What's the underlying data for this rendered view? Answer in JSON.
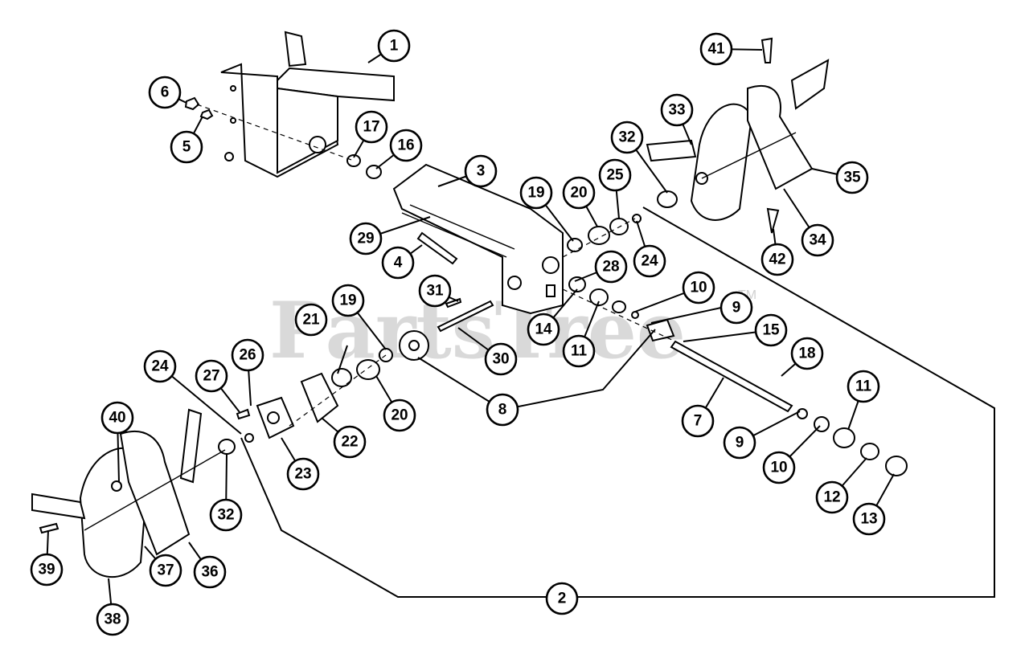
{
  "watermark": {
    "brand": "PartsTree",
    "trademark": "TM"
  },
  "callouts": [
    {
      "id": "c1",
      "label": "1"
    },
    {
      "id": "c2",
      "label": "2"
    },
    {
      "id": "c3",
      "label": "3"
    },
    {
      "id": "c4",
      "label": "4"
    },
    {
      "id": "c5",
      "label": "5"
    },
    {
      "id": "c6",
      "label": "6"
    },
    {
      "id": "c7",
      "label": "7"
    },
    {
      "id": "c8",
      "label": "8"
    },
    {
      "id": "c9a",
      "label": "9"
    },
    {
      "id": "c9b",
      "label": "9"
    },
    {
      "id": "c10a",
      "label": "10"
    },
    {
      "id": "c10b",
      "label": "10"
    },
    {
      "id": "c11a",
      "label": "11"
    },
    {
      "id": "c11b",
      "label": "11"
    },
    {
      "id": "c12",
      "label": "12"
    },
    {
      "id": "c13",
      "label": "13"
    },
    {
      "id": "c14",
      "label": "14"
    },
    {
      "id": "c15",
      "label": "15"
    },
    {
      "id": "c16",
      "label": "16"
    },
    {
      "id": "c17",
      "label": "17"
    },
    {
      "id": "c18",
      "label": "18"
    },
    {
      "id": "c19a",
      "label": "19"
    },
    {
      "id": "c19b",
      "label": "19"
    },
    {
      "id": "c20a",
      "label": "20"
    },
    {
      "id": "c20b",
      "label": "20"
    },
    {
      "id": "c21",
      "label": "21"
    },
    {
      "id": "c22",
      "label": "22"
    },
    {
      "id": "c23",
      "label": "23"
    },
    {
      "id": "c24a",
      "label": "24"
    },
    {
      "id": "c24b",
      "label": "24"
    },
    {
      "id": "c25",
      "label": "25"
    },
    {
      "id": "c26",
      "label": "26"
    },
    {
      "id": "c27",
      "label": "27"
    },
    {
      "id": "c28",
      "label": "28"
    },
    {
      "id": "c29",
      "label": "29"
    },
    {
      "id": "c30",
      "label": "30"
    },
    {
      "id": "c31",
      "label": "31"
    },
    {
      "id": "c32a",
      "label": "32"
    },
    {
      "id": "c32b",
      "label": "32"
    },
    {
      "id": "c33",
      "label": "33"
    },
    {
      "id": "c34",
      "label": "34"
    },
    {
      "id": "c35",
      "label": "35"
    },
    {
      "id": "c36",
      "label": "36"
    },
    {
      "id": "c37",
      "label": "37"
    },
    {
      "id": "c38",
      "label": "38"
    },
    {
      "id": "c39",
      "label": "39"
    },
    {
      "id": "c40",
      "label": "40"
    },
    {
      "id": "c41",
      "label": "41"
    },
    {
      "id": "c42",
      "label": "42"
    }
  ]
}
